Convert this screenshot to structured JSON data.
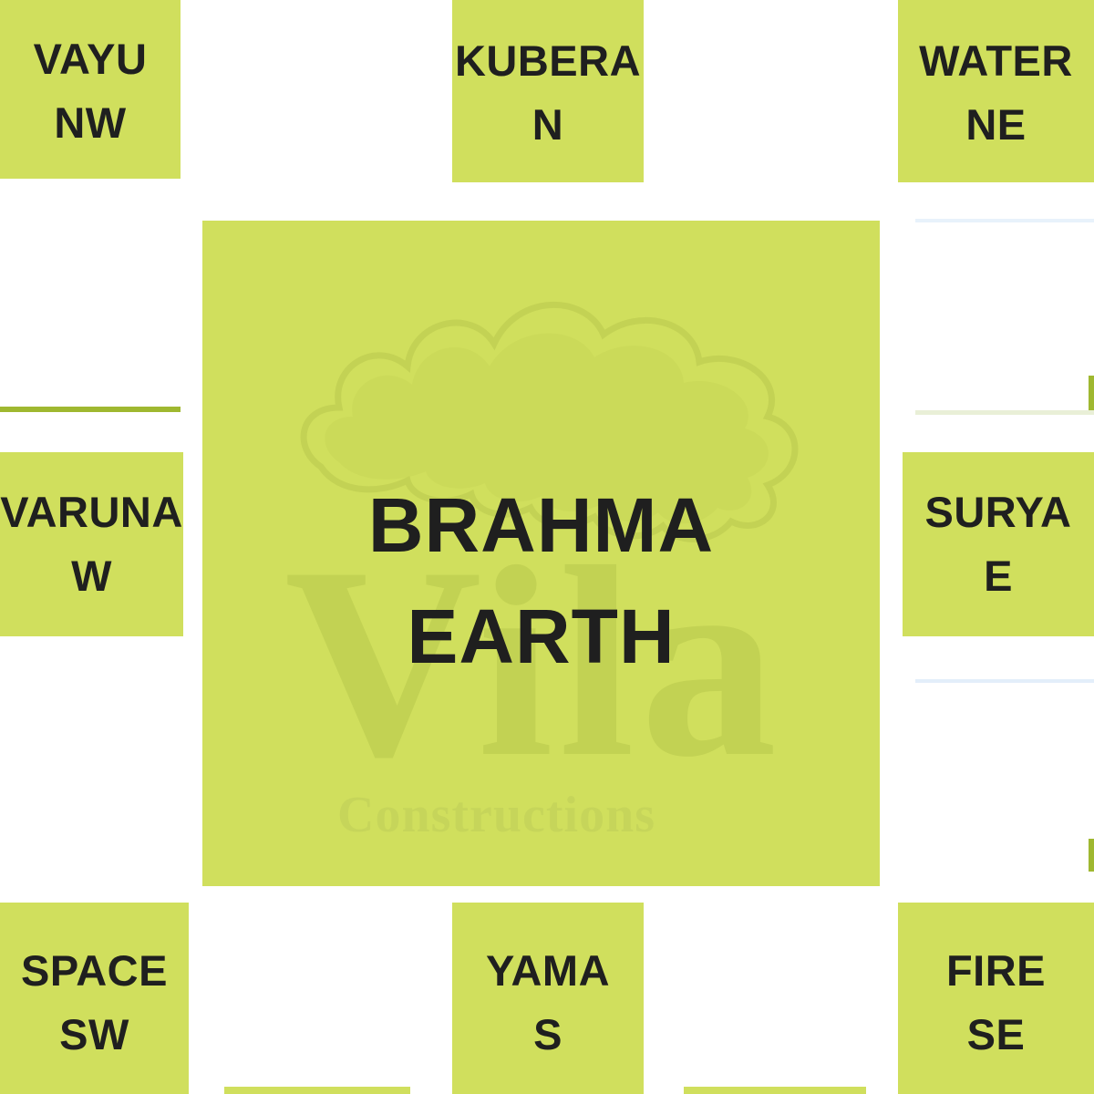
{
  "tiles": {
    "nw": {
      "line1": "VAYU",
      "line2": "NW"
    },
    "n": {
      "line1": "KUBERA",
      "line2": "N"
    },
    "ne": {
      "line1": "WATER",
      "line2": "NE"
    },
    "w": {
      "line1": "VARUNA",
      "line2": "W"
    },
    "center": {
      "line1": "BRAHMA",
      "line2": "EARTH"
    },
    "e": {
      "line1": "SURYA",
      "line2": "E"
    },
    "sw": {
      "line1": "SPACE",
      "line2": "SW"
    },
    "s": {
      "line1": "YAMA",
      "line2": "S"
    },
    "se": {
      "line1": "FIRE",
      "line2": "SE"
    }
  },
  "watermark": {
    "brand": "Vila",
    "tagline": "Constructions"
  },
  "colors": {
    "tile": "#d0df5d",
    "text": "#1f1f1f",
    "watermark": "#b8c84c"
  }
}
